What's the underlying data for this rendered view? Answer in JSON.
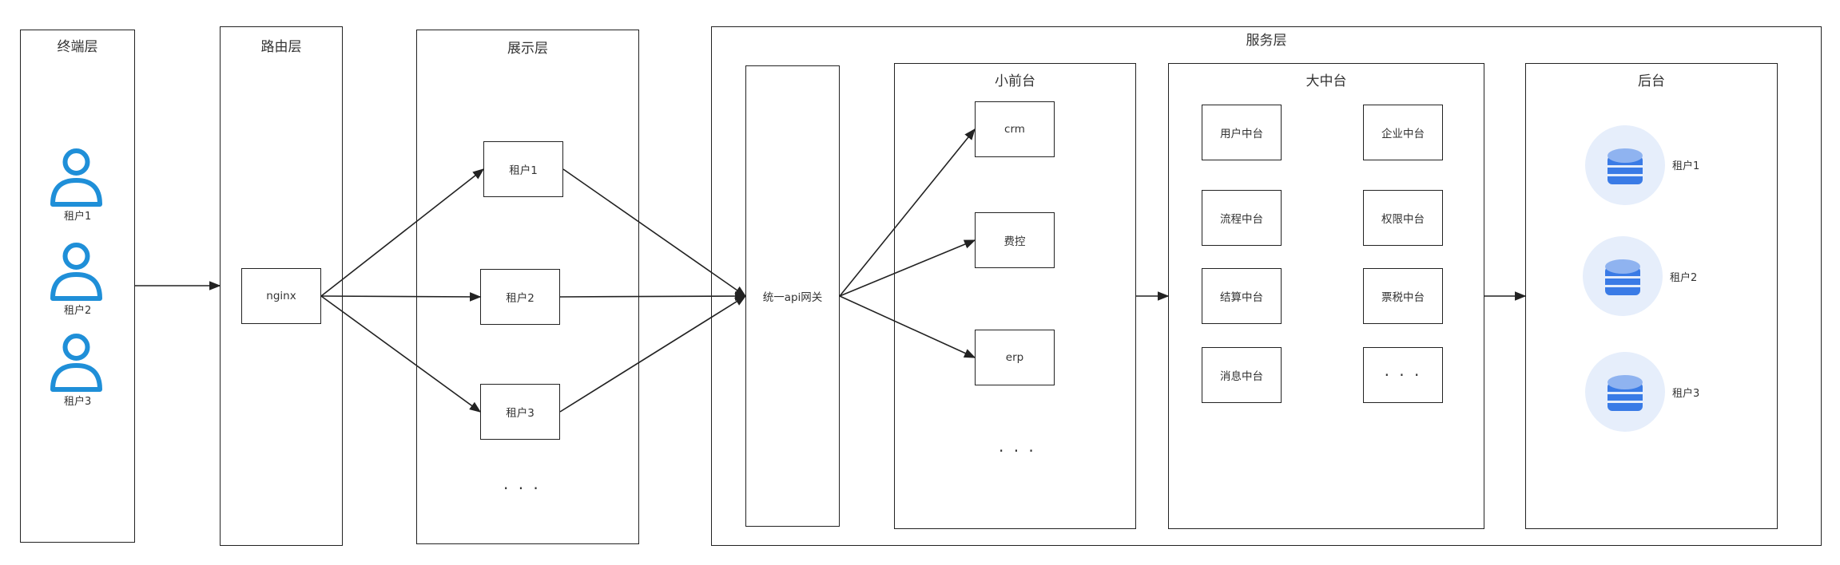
{
  "layers": {
    "terminal": {
      "title": "终端层",
      "users": [
        {
          "label": "租户1",
          "icon": "user-icon"
        },
        {
          "label": "租户2",
          "icon": "user-icon"
        },
        {
          "label": "租户3",
          "icon": "user-icon"
        }
      ]
    },
    "routing": {
      "title": "路由层",
      "node": "nginx"
    },
    "display": {
      "title": "展示层",
      "tenants": [
        "租户1",
        "租户2",
        "租户3"
      ],
      "ellipsis": "· · ·"
    },
    "service": {
      "title": "服务层",
      "gateway": "统一api网关",
      "small_frontend": {
        "title": "小前台",
        "items": [
          "crm",
          "费控",
          "erp"
        ],
        "ellipsis": "· · ·"
      },
      "big_middle": {
        "title": "大中台",
        "items": [
          "用户中台",
          "企业中台",
          "流程中台",
          "权限中台",
          "结算中台",
          "票税中台",
          "消息中台"
        ],
        "ellipsis": "· · ·"
      },
      "backend": {
        "title": "后台",
        "databases": [
          {
            "label": "租户1",
            "icon": "database-icon"
          },
          {
            "label": "租户2",
            "icon": "database-icon"
          },
          {
            "label": "租户3",
            "icon": "database-icon"
          }
        ]
      }
    }
  },
  "colors": {
    "user_icon": "#1f8fd8",
    "db_circle": "#e6eefb",
    "db_icon": "#3a7be6",
    "db_icon_light": "#8fb3f0",
    "stroke": "#222222"
  }
}
